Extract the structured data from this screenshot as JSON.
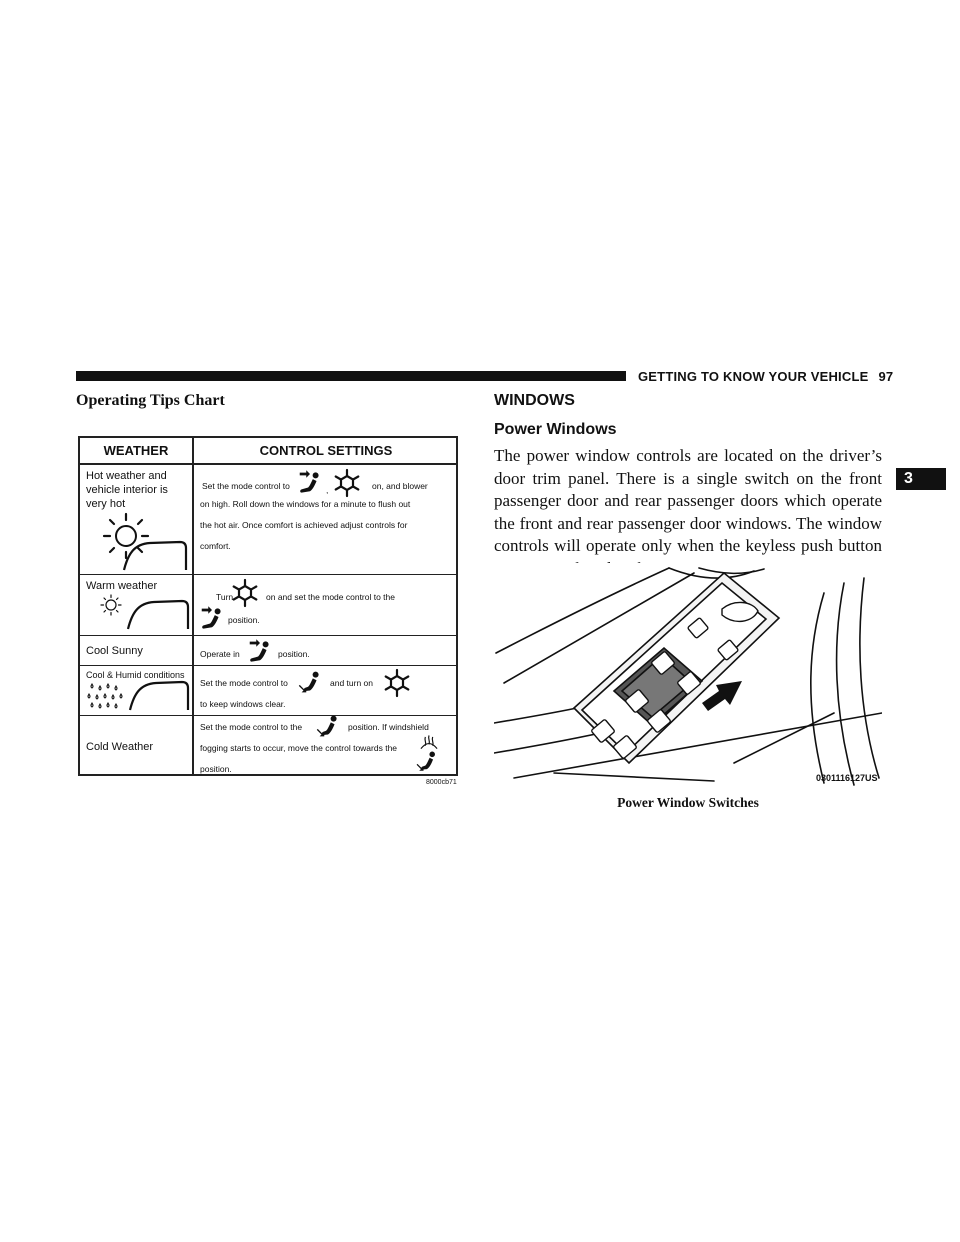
{
  "header": {
    "section": "GETTING TO KNOW YOUR VEHICLE",
    "page_number": "97",
    "chapter_tab": "3"
  },
  "left_column": {
    "title": "Operating Tips Chart",
    "table": {
      "col_weather": "WEATHER",
      "col_settings": "CONTROL SETTINGS",
      "rows": [
        {
          "weather": "Hot weather and vehicle interior is very hot",
          "lines": [
            "Set the mode control to",
            ",",
            "on, and blower",
            "on high. Roll down the windows for a minute to flush out",
            "the hot air. Once comfort is achieved adjust controls for",
            "comfort."
          ]
        },
        {
          "weather": "Warm weather",
          "lines": [
            "Turn",
            "on and set the mode control to the",
            "position."
          ]
        },
        {
          "weather": "Cool Sunny",
          "lines": [
            "Operate in",
            "position."
          ]
        },
        {
          "weather": "Cool & Humid conditions",
          "lines": [
            "Set the mode control to",
            "and turn on",
            "to keep windows clear."
          ]
        },
        {
          "weather": "Cold Weather",
          "lines": [
            "Set the mode control to the",
            "position. If windshield",
            "fogging starts to occur, move the control towards the",
            "position."
          ]
        }
      ],
      "figure_id": "8000cb71"
    }
  },
  "right_column": {
    "section_title": "WINDOWS",
    "subsection_title": "Power Windows",
    "paragraph": "The power window controls are located on the driver’s door trim panel. There is a single switch on the front passenger door and rear passenger doors which operate the front and rear passenger door windows. The window controls will operate only when the keyless push button ignition is placed in the ON/RUN or ACC position.",
    "figure_id": "0301116127US",
    "caption": "Power Window Switches"
  },
  "icons": [
    "sun-icon",
    "windshield-icon",
    "snowflake-icon",
    "panel-mode-icon",
    "floor-mode-icon",
    "rear-defrost-icon",
    "raindrops-icon",
    "arrow-icon"
  ]
}
